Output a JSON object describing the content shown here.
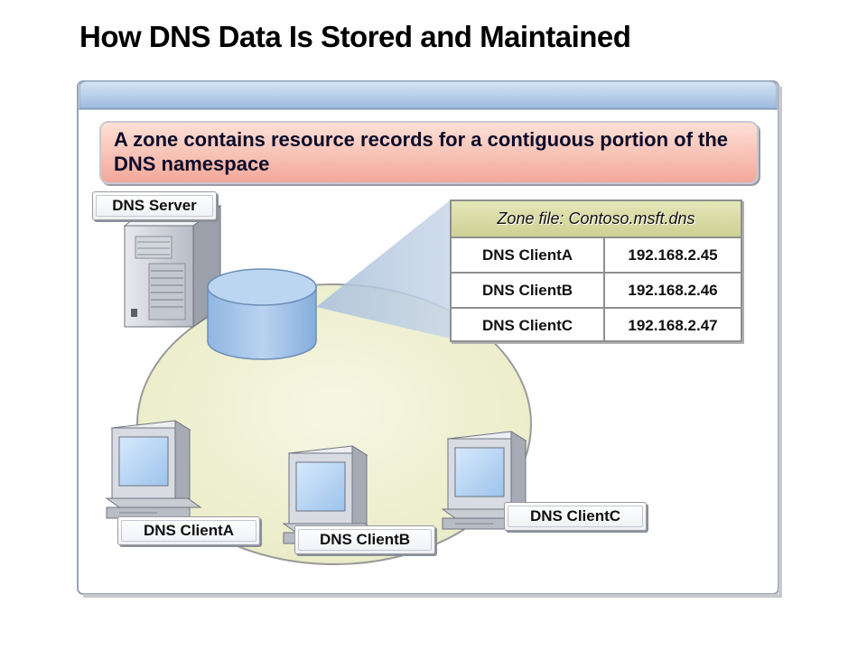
{
  "slide": {
    "title": "How DNS Data Is Stored and Maintained",
    "banner": "A zone contains resource records for a contiguous portion of the DNS namespace"
  },
  "labels": {
    "server": "DNS Server",
    "client_a": "DNS ClientA",
    "client_b": "DNS ClientB",
    "client_c": "DNS ClientC"
  },
  "zone_file": {
    "header": "Zone file: Contoso.msft.dns",
    "records": [
      {
        "name": "DNS ClientA",
        "ip": "192.168.2.45"
      },
      {
        "name": "DNS ClientB",
        "ip": "192.168.2.46"
      },
      {
        "name": "DNS ClientC",
        "ip": "192.168.2.47"
      }
    ]
  },
  "colors": {
    "zone_fill": "#f1f2d8",
    "banner_fill": "#f3a89a",
    "database_fill": "#a8c8ea",
    "panel_border": "#9aa4b4"
  }
}
